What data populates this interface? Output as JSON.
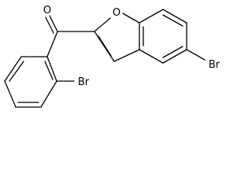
{
  "molecule": {
    "atoms": {
      "carbonyl_oxygen": "O",
      "ring_oxygen": "O",
      "bromine_benzofuran": "Br",
      "bromine_phenyl": "Br"
    }
  }
}
